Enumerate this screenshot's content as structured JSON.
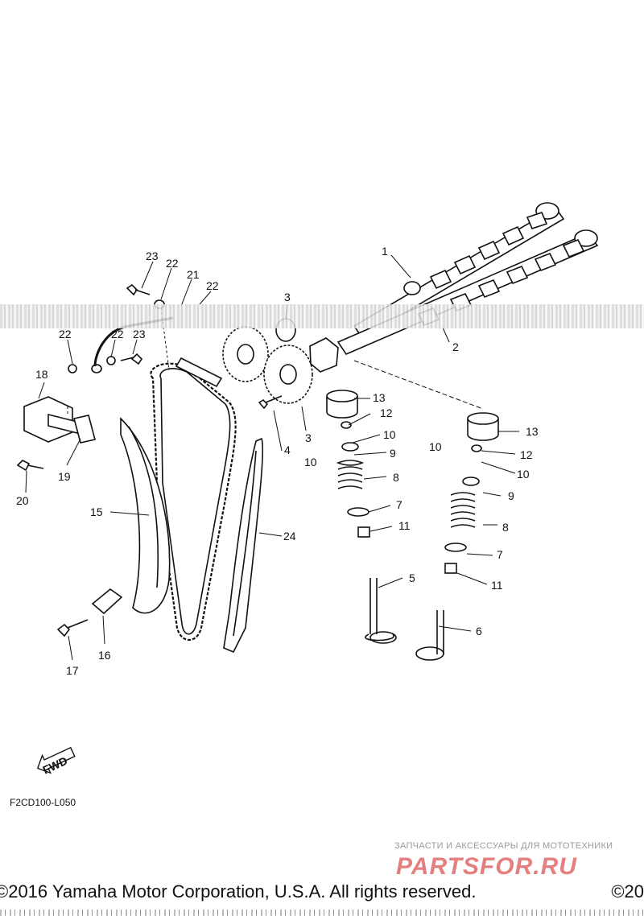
{
  "diagram": {
    "code": "F2CD100-L050",
    "fwd_label": "FWD",
    "parts": [
      "1",
      "2",
      "3",
      "3",
      "4",
      "5",
      "6",
      "7",
      "7",
      "8",
      "8",
      "9",
      "9",
      "10",
      "10",
      "10",
      "10",
      "11",
      "11",
      "12",
      "12",
      "13",
      "13",
      "15",
      "16",
      "17",
      "18",
      "19",
      "20",
      "21",
      "22",
      "22",
      "22",
      "22",
      "23",
      "23",
      "24"
    ]
  },
  "footer": {
    "copyright": "©2016 Yamaha Motor Corporation, U.S.A. All rights reserved.",
    "copyright_right": "©20",
    "watermark_caption": "ЗАПЧАСТИ И АКСЕССУАРЫ ДЛЯ МОТОТЕХНИКИ",
    "watermark_logo": "PARTSFOR.RU"
  },
  "colors": {
    "line": "#111111",
    "watermark": "#d94a4a"
  }
}
